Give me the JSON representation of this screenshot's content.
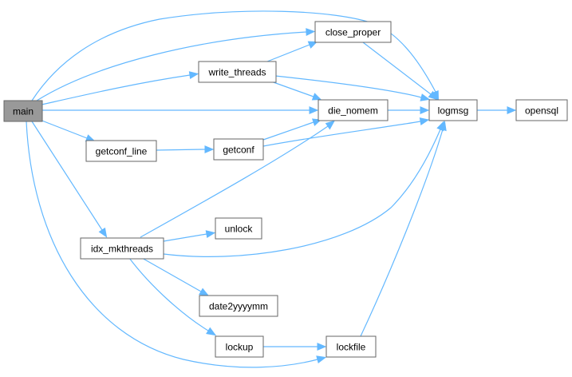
{
  "graph": {
    "nodes": {
      "main": "main",
      "close_proper": "close_proper",
      "write_threads": "write_threads",
      "die_nomem": "die_nomem",
      "logmsg": "logmsg",
      "opensql": "opensql",
      "getconf_line": "getconf_line",
      "getconf": "getconf",
      "unlock": "unlock",
      "idx_mkthreads": "idx_mkthreads",
      "date2yyyymm": "date2yyyymm",
      "lockup": "lockup",
      "lockfile": "lockfile"
    },
    "edges": [
      [
        "main",
        "logmsg"
      ],
      [
        "main",
        "close_proper"
      ],
      [
        "main",
        "write_threads"
      ],
      [
        "main",
        "die_nomem"
      ],
      [
        "main",
        "getconf_line"
      ],
      [
        "main",
        "idx_mkthreads"
      ],
      [
        "main",
        "lockfile"
      ],
      [
        "close_proper",
        "logmsg"
      ],
      [
        "write_threads",
        "close_proper"
      ],
      [
        "write_threads",
        "die_nomem"
      ],
      [
        "write_threads",
        "logmsg"
      ],
      [
        "die_nomem",
        "logmsg"
      ],
      [
        "logmsg",
        "opensql"
      ],
      [
        "getconf_line",
        "getconf"
      ],
      [
        "getconf",
        "die_nomem"
      ],
      [
        "getconf",
        "logmsg"
      ],
      [
        "idx_mkthreads",
        "die_nomem"
      ],
      [
        "idx_mkthreads",
        "unlock"
      ],
      [
        "idx_mkthreads",
        "logmsg"
      ],
      [
        "idx_mkthreads",
        "date2yyyymm"
      ],
      [
        "idx_mkthreads",
        "lockup"
      ],
      [
        "lockup",
        "lockfile"
      ],
      [
        "lockfile",
        "logmsg"
      ]
    ]
  },
  "colors": {
    "edge": "#63b8ff",
    "node_border": "#666666",
    "root_fill": "#999999",
    "node_fill": "#ffffff"
  }
}
